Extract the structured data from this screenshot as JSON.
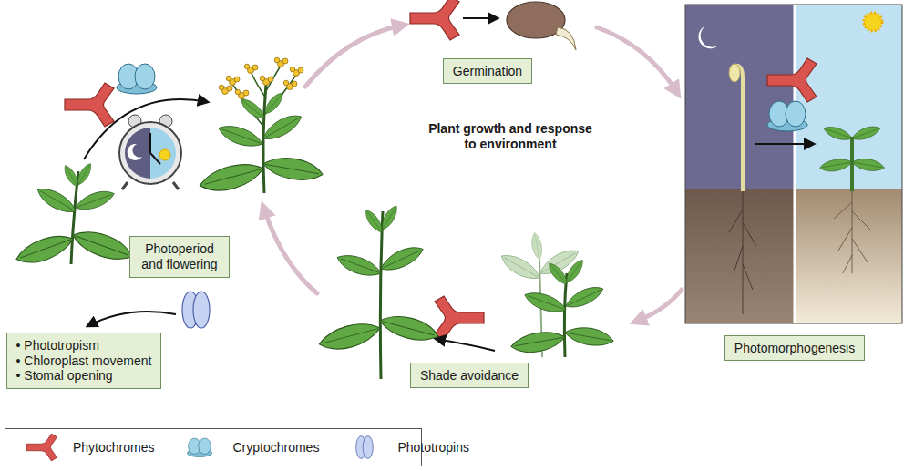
{
  "diagram": {
    "title": "Plant growth and response to environment",
    "nodes": [
      {
        "text": [
          "Germination"
        ]
      },
      {
        "text": [
          "Photomorphogenesis"
        ]
      },
      {
        "text": [
          "Shade avoidance"
        ]
      },
      {
        "text": [
          "Photoperiod and flowering"
        ]
      },
      {
        "text": [
          "• Phototropism",
          "• Chloroplast movement",
          "• Stomal opening"
        ]
      }
    ],
    "legend": [
      {
        "text": "Phytochromes"
      },
      {
        "text": "Cryptochromes"
      },
      {
        "text": "Phototropins"
      }
    ]
  }
}
